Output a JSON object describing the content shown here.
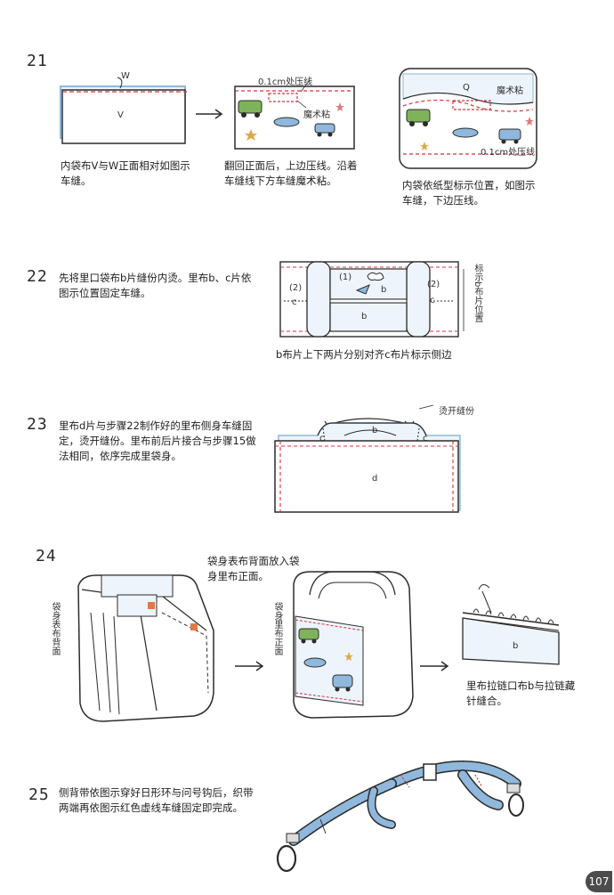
{
  "page_number": "107",
  "steps": [
    {
      "number": "21",
      "captions": [
        "内袋布V与W正面相对如图示车缝。",
        "翻回正面后，上边压线。沿着车缝线下方车缝魔术粘。",
        "内袋依纸型标示位置，如图示车缝，下边压线。"
      ],
      "labels": {
        "w": "W",
        "v": "V",
        "topstitch": "0.1cm处压线",
        "velcro": "魔术粘",
        "q": "Q",
        "velcro2": "魔术粘",
        "topstitch2": "0.1cm处压线"
      }
    },
    {
      "number": "22",
      "caption": "先将里口袋布b片缝份内烫。里布b、c片依图示位置固定车缝。",
      "labels": {
        "p2a": "(2)",
        "ca": "c",
        "p1": "(1)",
        "b1": "b",
        "b2": "b",
        "p2b": "(2)",
        "cb": "c",
        "mark": "标示b布片位置"
      },
      "bottom_caption": "b布片上下两片分别对齐c布片标示侧边"
    },
    {
      "number": "23",
      "caption": "里布d片与步骤22制作好的里布侧身车缝固定，烫开缝份。里布前后片接合与步骤15做法相同，依序完成里袋身。",
      "labels": {
        "press": "烫开缝份",
        "b": "b",
        "c1": "c",
        "c2": "c",
        "d": "d"
      }
    },
    {
      "number": "24",
      "top_caption": "袋身表布背面放入袋身里布正面。",
      "labels": {
        "outer_back": "袋身表布背面",
        "lining_front": "袋身里布正面",
        "b": "b"
      },
      "caption": "里布拉链口布b与拉链藏针缝合。"
    },
    {
      "number": "25",
      "caption": "侧背带依图示穿好日形环与问号钩后，织带两端再依图示红色虚线车缝固定即完成。"
    }
  ],
  "colors": {
    "stitch_red": "#d2353c",
    "fabric_blue": "#8fb8dc",
    "outline": "#2b2b2b"
  }
}
